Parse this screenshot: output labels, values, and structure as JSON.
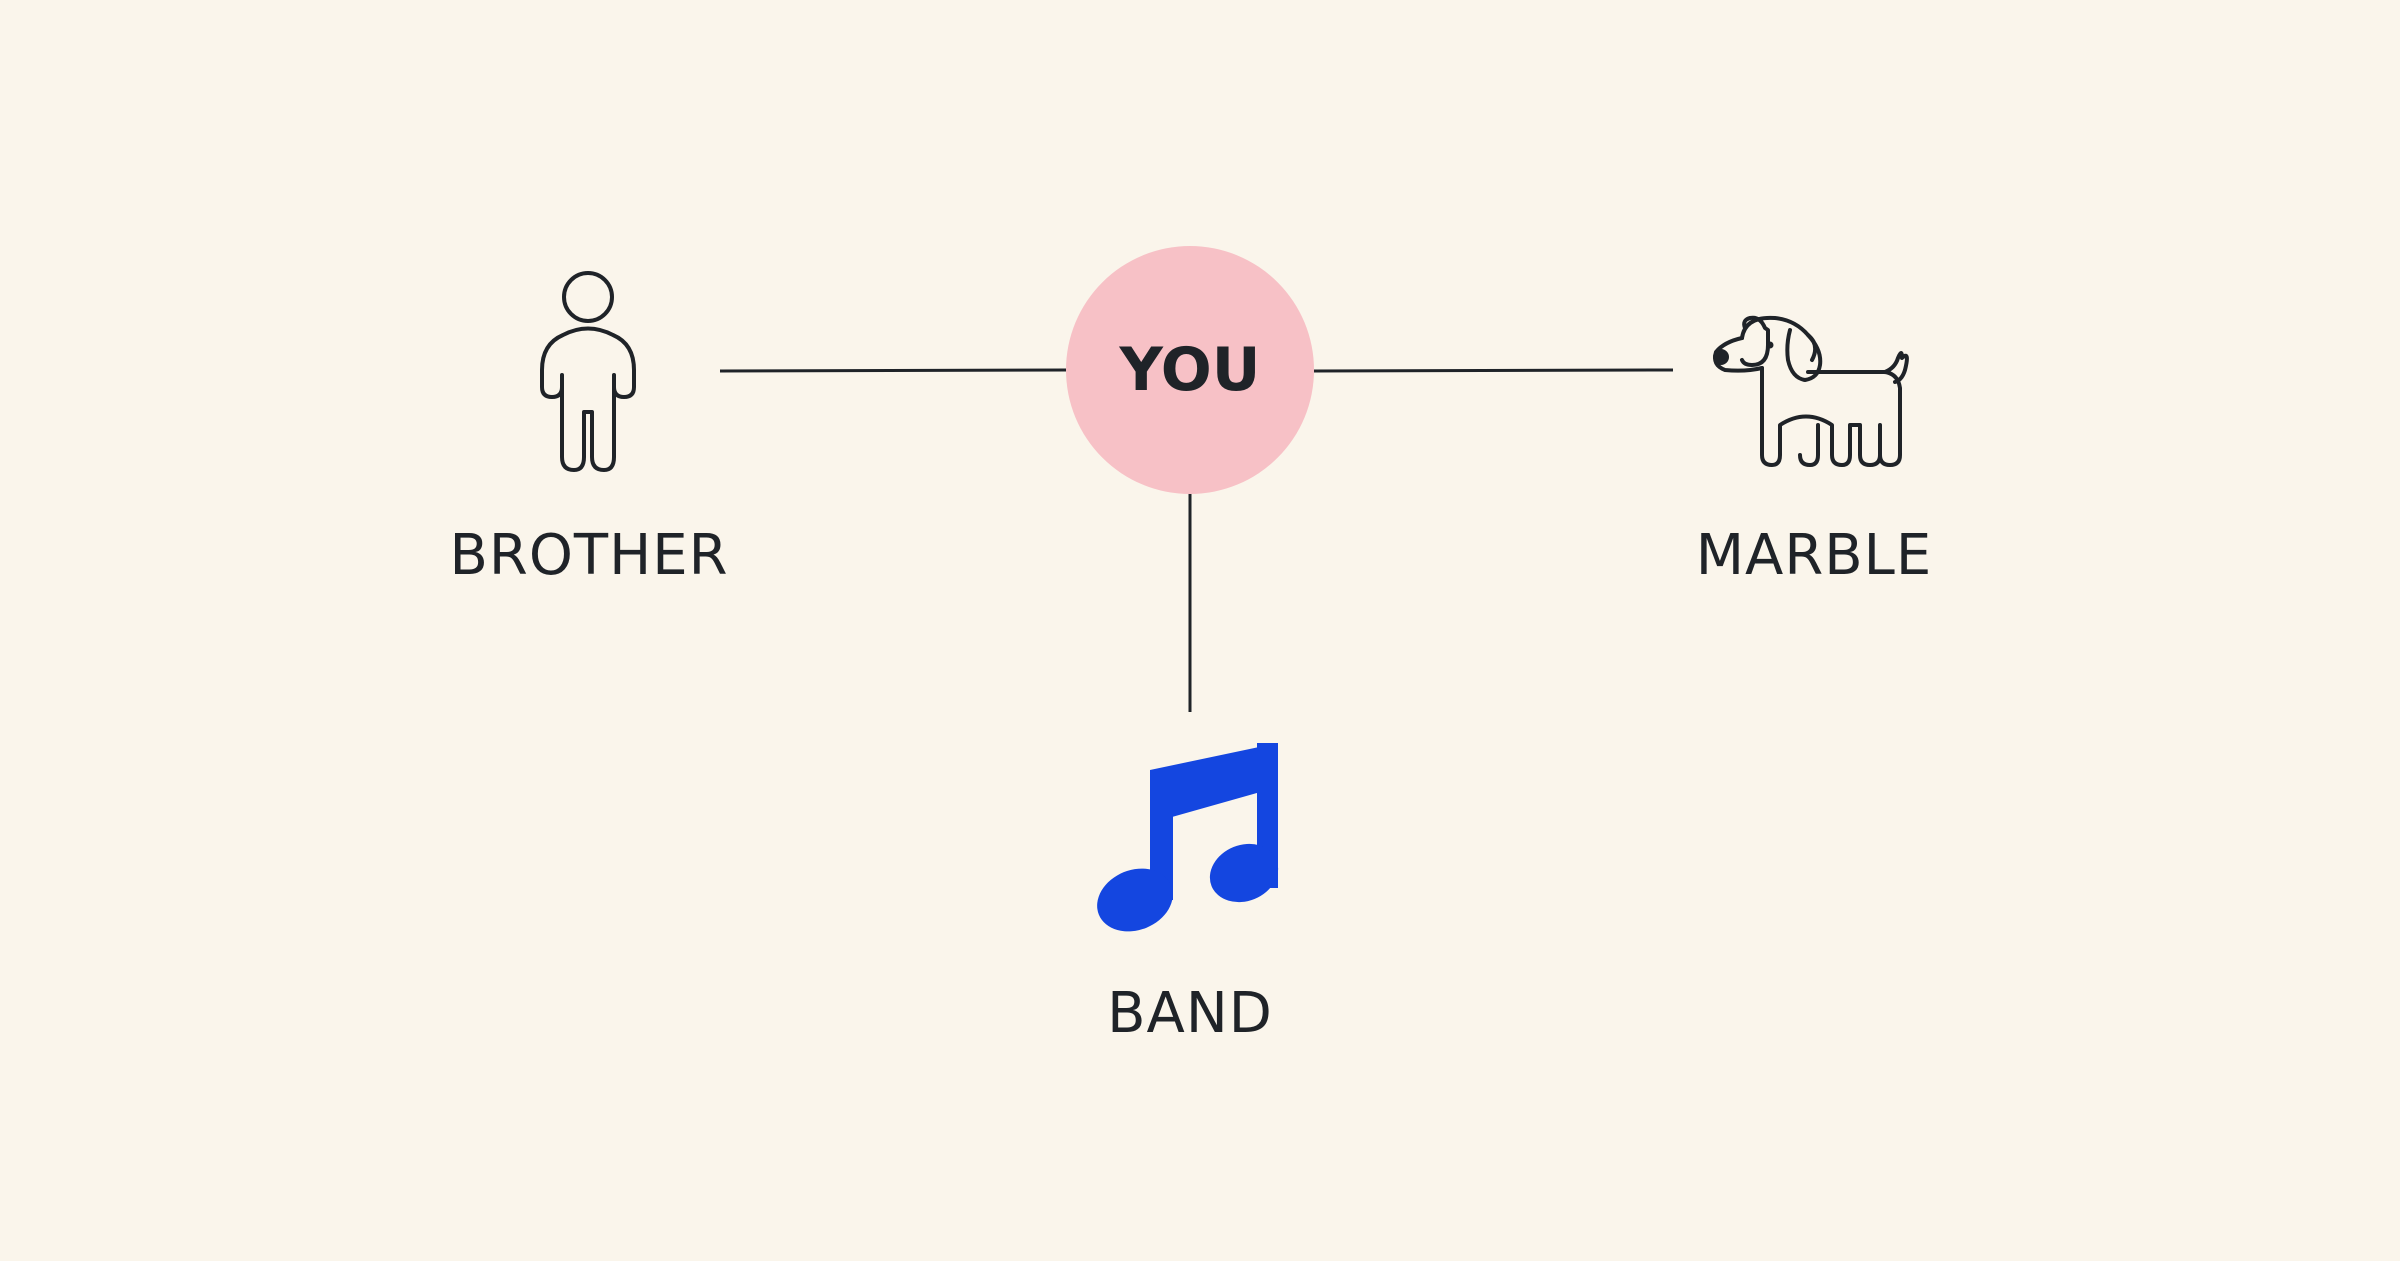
{
  "diagram": {
    "center": {
      "label": "YOU",
      "fill_color": "#f7c1c6"
    },
    "nodes": {
      "brother": {
        "label": "BROTHER",
        "icon": "person-icon"
      },
      "marble": {
        "label": "MARBLE",
        "icon": "dog-icon"
      },
      "band": {
        "label": "BAND",
        "icon": "music-note-icon",
        "icon_color": "#1446e0"
      }
    },
    "line_color": "#1f2328",
    "background_color": "#faf5eb"
  }
}
